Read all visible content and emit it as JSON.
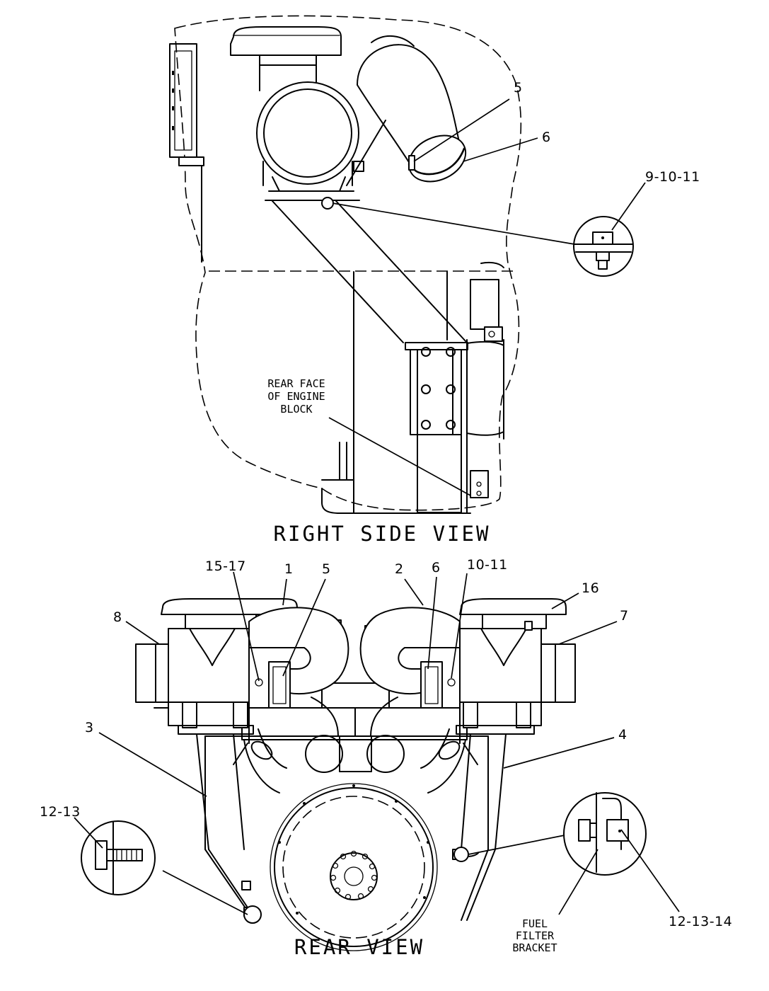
{
  "views": {
    "right_side": {
      "title": "RIGHT SIDE VIEW"
    },
    "rear": {
      "title": "REAR VIEW"
    }
  },
  "callouts": {
    "rs_5": "5",
    "rs_6": "6",
    "rs_9_10_11": "9-10-11",
    "r_15_17": "15-17",
    "r_1": "1",
    "r_5": "5",
    "r_2": "2",
    "r_6": "6",
    "r_10_11": "10-11",
    "r_16": "16",
    "r_8": "8",
    "r_7": "7",
    "r_3": "3",
    "r_4": "4",
    "r_12_13": "12-13",
    "r_12_13_14": "12-13-14"
  },
  "notes": {
    "rear_face": [
      "REAR FACE",
      "OF ENGINE",
      "BLOCK"
    ],
    "fuel_filter": [
      "FUEL",
      "FILTER",
      "BRACKET"
    ]
  }
}
